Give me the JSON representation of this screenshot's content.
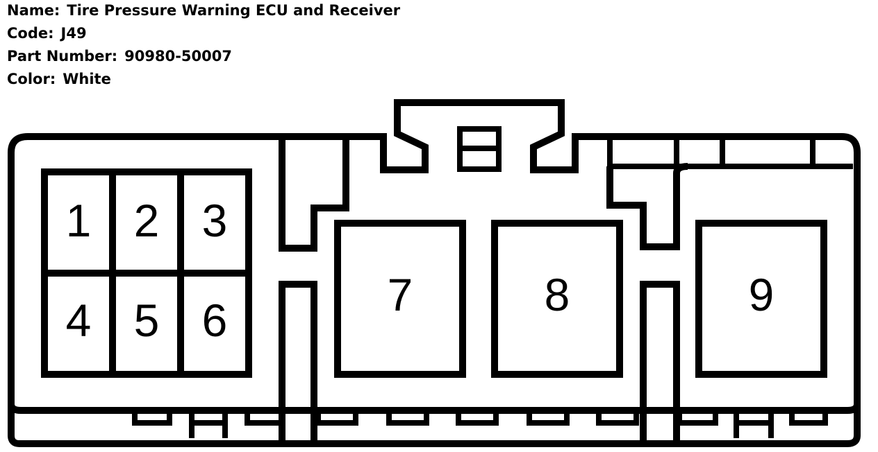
{
  "header": {
    "name_label": "Name:",
    "name_value": "Tire Pressure Warning ECU and Receiver",
    "code_label": "Code:",
    "code_value": "J49",
    "part_label": "Part Number:",
    "part_value": "90980-50007",
    "color_label": "Color:",
    "color_value": "White"
  },
  "connector": {
    "pins": [
      "1",
      "2",
      "3",
      "4",
      "5",
      "6",
      "7",
      "8",
      "9"
    ]
  },
  "colors": {
    "line": "#000000",
    "background": "#ffffff"
  }
}
